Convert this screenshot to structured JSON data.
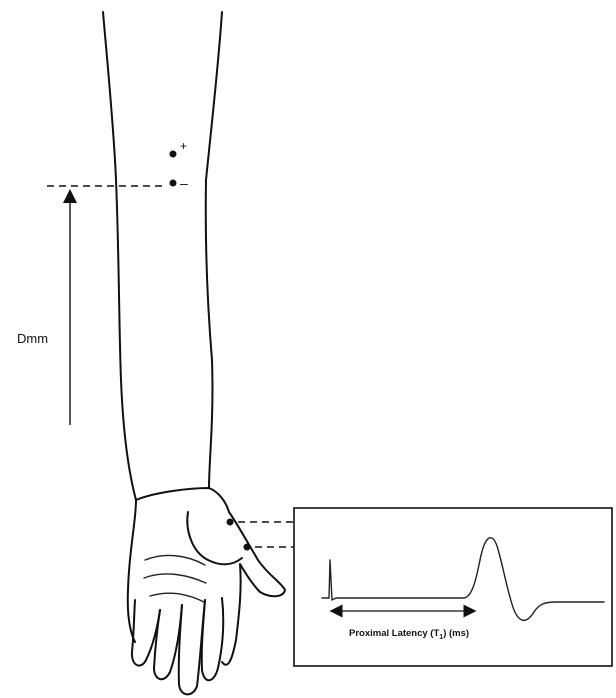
{
  "labels": {
    "distance": "Dmm",
    "latency_prefix": "Proximal Latency (T",
    "latency_subscript": "1",
    "latency_suffix": ") (ms)",
    "electrode_plus": "+",
    "electrode_minus": "–"
  }
}
